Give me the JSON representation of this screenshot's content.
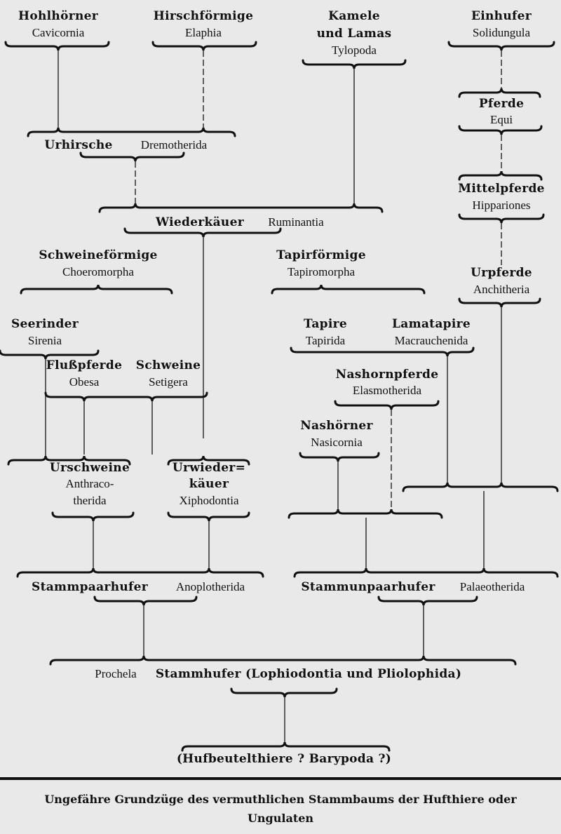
{
  "title": "Ungefähre Grundzüge des vermuthlichen Stammbaums der Hufthiere oder Ungulaten",
  "nodes": {
    "cavicornia": {
      "de": "Hohlhörner",
      "la": "Cavicornia"
    },
    "elaphia": {
      "de": "Hirschförmige",
      "la": "Elaphia"
    },
    "tylopoda": {
      "de1": "Kamele",
      "de2": "und Lamas",
      "la": "Tylopoda"
    },
    "solidungula": {
      "de": "Einhufer",
      "la": "Solidungula"
    },
    "equi": {
      "de": "Pferde",
      "la": "Equi"
    },
    "hippariones": {
      "de": "Mittelpferde",
      "la": "Hippariones"
    },
    "anchitheria": {
      "de": "Urpferde",
      "la": "Anchitheria"
    },
    "dremotherida": {
      "de": "Urhirsche",
      "la": "Dremotherida"
    },
    "ruminantia": {
      "de": "Wiederkäuer",
      "la": "Ruminantia"
    },
    "choeromorpha": {
      "de": "Schweineförmige",
      "la": "Choeromorpha"
    },
    "tapiromorpha": {
      "de": "Tapirförmige",
      "la": "Tapiromorpha"
    },
    "sirenia": {
      "de": "Seerinder",
      "la": "Sirenia"
    },
    "obesa": {
      "de": "Flußpferde",
      "la": "Obesa"
    },
    "setigera": {
      "de": "Schweine",
      "la": "Setigera"
    },
    "anthracotherida": {
      "de": "Urschweine",
      "la1": "Anthraco-",
      "la2": "therida"
    },
    "xiphodontia": {
      "de1": "Urwieder=",
      "de2": "käuer",
      "la": "Xiphodontia"
    },
    "tapirida": {
      "de": "Tapire",
      "la": "Tapirida"
    },
    "macrauchenida": {
      "de": "Lamatapire",
      "la": "Macrauchenida"
    },
    "elasmotherida": {
      "de": "Nashornpferde",
      "la": "Elasmotherida"
    },
    "nasicornia": {
      "de": "Nashörner",
      "la": "Nasicornia"
    },
    "anoplotherida": {
      "de": "Stammpaarhufer",
      "la": "Anoplotherida"
    },
    "palaeotherida": {
      "de": "Stammunpaarhufer",
      "la": "Palaeotherida"
    },
    "prochela": {
      "la": "Prochela",
      "de": "Stammhufer (Lophiodontia und Pliolophida)"
    },
    "barypoda": {
      "text": "(Hufbeutelthiere ? Barypoda ?)"
    }
  },
  "caption": {
    "line1": "Ungefähre Grundzüge des vermuthlichen Stammbaums der Hufthiere oder",
    "line2": "Ungulaten"
  }
}
